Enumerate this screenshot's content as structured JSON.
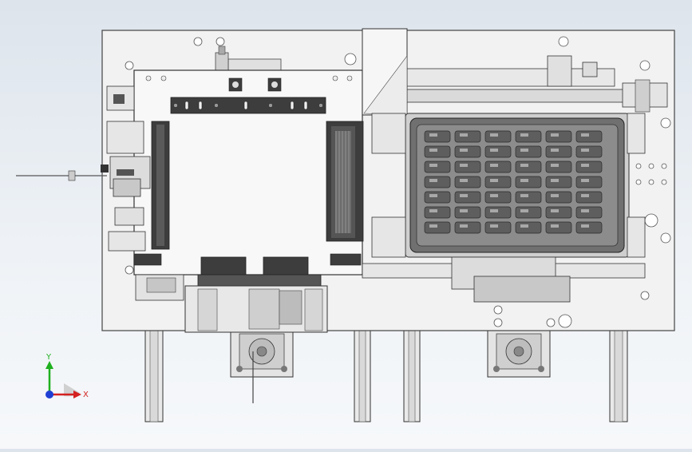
{
  "app": {
    "view": "front",
    "background_top": "#dde4ec",
    "background_bottom": "#f6f8fa"
  },
  "colors": {
    "plate": "#f2f2f2",
    "plate_edge": "#444444",
    "dark_part": "#3d3d3d",
    "mid_part": "#9a9a9a",
    "tray_frame": "#707070",
    "tray_pocket": "#8a8a8a",
    "axis_x": "#d42020",
    "axis_y": "#1fb01f",
    "axis_z": "#1f3fd4"
  },
  "triad": {
    "x_label": "X",
    "y_label": "Y",
    "icons": [
      "axis-triad-icon"
    ]
  }
}
